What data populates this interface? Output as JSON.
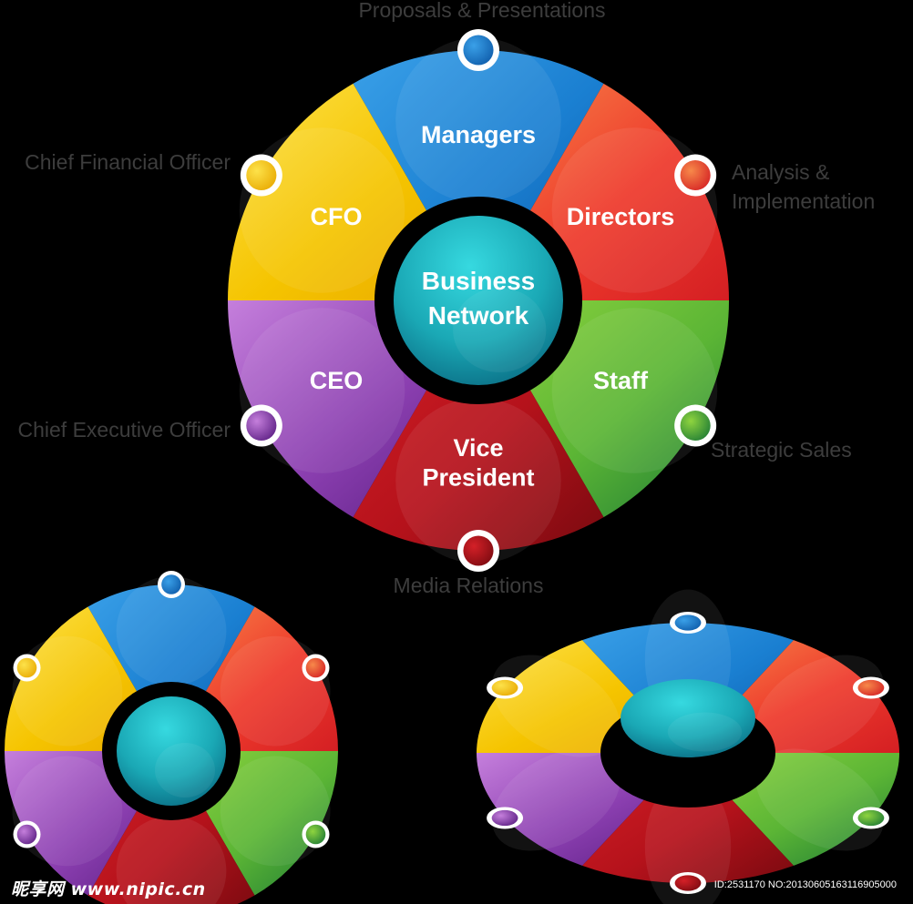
{
  "diagram": {
    "center_label": [
      "Business",
      "Network"
    ],
    "segments": [
      {
        "label": [
          "Managers"
        ],
        "outer_label": [
          "Proposals & Presentations"
        ],
        "color": "#1a7fd1",
        "light": "#3aa0e8",
        "dark": "#0d5aa8"
      },
      {
        "label": [
          "Directors"
        ],
        "outer_label": [
          "Analysis &",
          "Implementation"
        ],
        "color": "#ee3a2c",
        "light": "#f7894a",
        "dark": "#d41f23"
      },
      {
        "label": [
          "Staff"
        ],
        "outer_label": [
          "Strategic Sales"
        ],
        "color": "#5bb535",
        "light": "#8fd43f",
        "dark": "#1d7a35"
      },
      {
        "label": [
          "Vice",
          "President"
        ],
        "outer_label": [
          "Media Relations"
        ],
        "color": "#b5121b",
        "light": "#d42027",
        "dark": "#7a0a10"
      },
      {
        "label": [
          "CEO"
        ],
        "outer_label": [
          "Chief Executive Officer"
        ],
        "color": "#8b3fb0",
        "light": "#c57fdc",
        "dark": "#5a1d82"
      },
      {
        "label": [
          "CFO"
        ],
        "outer_label": [
          "Chief Financial Officer"
        ],
        "color": "#f5c400",
        "light": "#fde24a",
        "dark": "#e8a800"
      }
    ],
    "hub_color": "#1aa8b5",
    "outer_label_color": "#3d3d3d"
  },
  "watermark": {
    "left": "昵享网 www.nipic.cn",
    "right": "ID:2531170 NO:20130605163116905000"
  }
}
